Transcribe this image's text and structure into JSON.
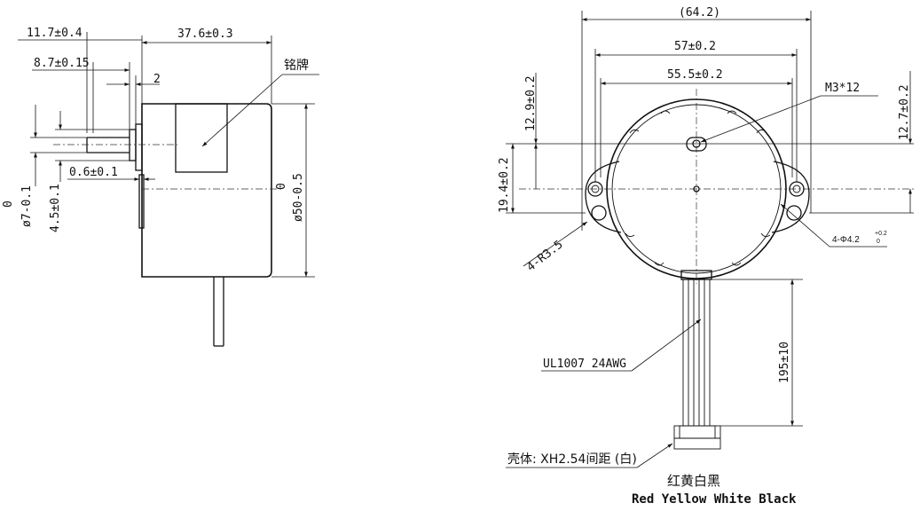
{
  "side_view": {
    "dim_shaft_total": "11.7±0.4",
    "dim_shaft_exposed": "8.7±0.15",
    "dim_body_length": "37.6±0.3",
    "dim_step": "2",
    "dim_flange": "0.6±0.1",
    "dim_shaft_dia_zero": "0",
    "dim_shaft_dia": "ø7-0.1",
    "dim_boss": "4.5±0.1",
    "dim_body_dia_zero": "0",
    "dim_body_dia": "ø50-0.5",
    "label_nameplate": "铭牌"
  },
  "front_view": {
    "dim_overall": "(64.2)",
    "dim_hole_pitch": "57±0.2",
    "dim_body_width": "55.5±0.2",
    "dim_left_top": "12.9±0.2",
    "dim_left_mid": "19.4±0.2",
    "dim_right_top": "12.7±0.2",
    "label_screw": "M3*12",
    "label_radius": "4-R3.5",
    "label_holes": "4-Φ4.2",
    "label_holes_tol_upper": "+0.2",
    "label_holes_tol_lower": "0",
    "label_wire": "UL1007 24AWG",
    "dim_wire_length": "195±10",
    "label_connector": "壳体: XH2.54间距 (白)",
    "label_colors_cn": "红黄白黑",
    "label_colors_en": "Red Yellow White Black"
  }
}
